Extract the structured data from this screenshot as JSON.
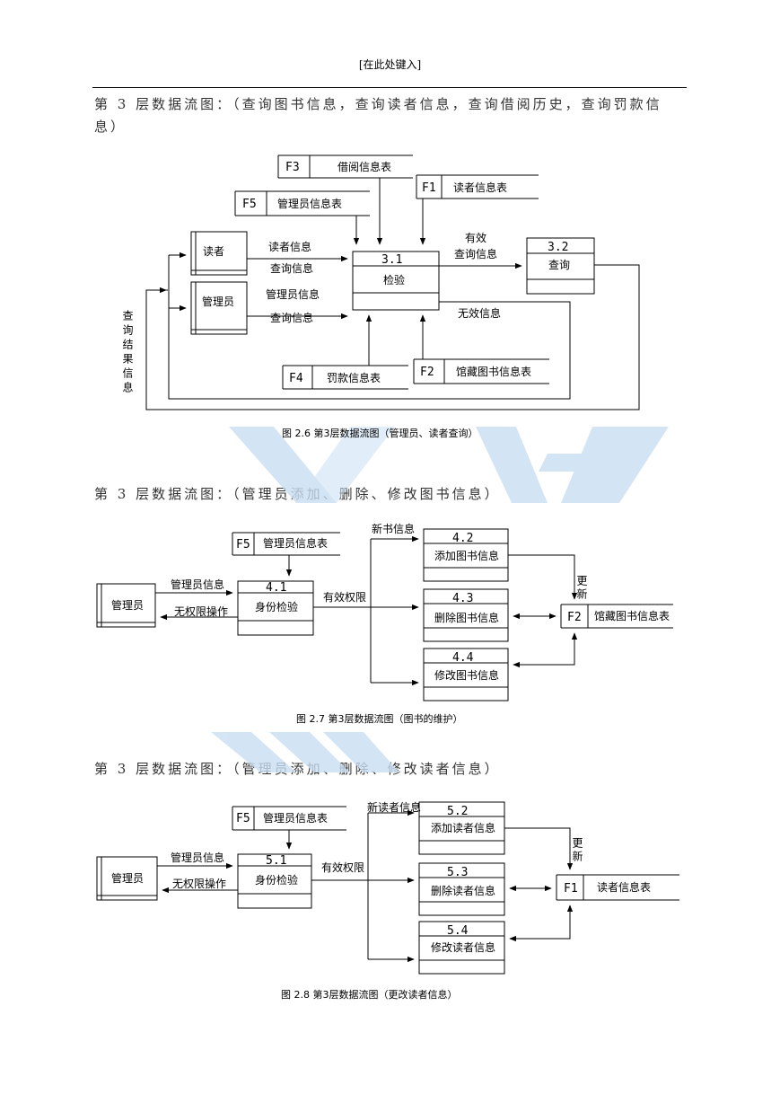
{
  "header": {
    "text": "[在此处键入]"
  },
  "sections": [
    {
      "title": "第 3 层数据流图：（查询图书信息，查询读者信息，查询借阅历史，查询罚款信息）"
    },
    {
      "title": "第 3 层数据流图：（管理员添加、删除、修改图书信息）"
    },
    {
      "title": "第 3 层数据流图：（管理员添加、删除、修改读者信息）"
    }
  ],
  "d1": {
    "stores": [
      {
        "id": "F3",
        "name": "借阅信息表"
      },
      {
        "id": "F1",
        "name": "读者信息表"
      },
      {
        "id": "F5",
        "name": "管理员信息表"
      },
      {
        "id": "F4",
        "name": "罚款信息表"
      },
      {
        "id": "F2",
        "name": "馆藏图书信息表"
      }
    ],
    "entities": [
      "读者",
      "管理员"
    ],
    "processes": [
      {
        "num": "3.1",
        "name": "检验"
      },
      {
        "num": "3.2",
        "name": "查询"
      }
    ],
    "flows": {
      "reader_info": "读者信息",
      "query_info_1": "查询信息",
      "admin_info": "管理员信息",
      "query_info_2": "查询信息",
      "valid": "有效",
      "valid_query": "查询信息",
      "invalid": "无效信息",
      "result_vertical": "查询结果信息"
    },
    "caption": "图 2.6 第3层数据流图（管理员、读者查询）"
  },
  "d2": {
    "store_f5": {
      "id": "F5",
      "name": "管理员信息表"
    },
    "store_f2": {
      "id": "F2",
      "name": "馆藏图书信息表"
    },
    "entity": "管理员",
    "processes": [
      {
        "num": "4.1",
        "name": "身份检验"
      },
      {
        "num": "4.2",
        "name": "添加图书信息"
      },
      {
        "num": "4.3",
        "name": "删除图书信息"
      },
      {
        "num": "4.4",
        "name": "修改图书信息"
      }
    ],
    "flows": {
      "admin_info": "管理员信息",
      "no_permission": "无权限操作",
      "valid_permission": "有效权限",
      "new_book": "新书信息",
      "update": "更新"
    },
    "caption": "图 2.7 第3层数据流图（图书的维护）"
  },
  "d3": {
    "store_f5": {
      "id": "F5",
      "name": "管理员信息表"
    },
    "store_f1": {
      "id": "F1",
      "name": "读者信息表"
    },
    "entity": "管理员",
    "processes": [
      {
        "num": "5.1",
        "name": "身份检验"
      },
      {
        "num": "5.2",
        "name": "添加读者信息"
      },
      {
        "num": "5.3",
        "name": "删除读者信息"
      },
      {
        "num": "5.4",
        "name": "修改读者信息"
      }
    ],
    "flows": {
      "admin_info": "管理员信息",
      "no_permission": "无权限操作",
      "valid_permission": "有效权限",
      "new_reader": "新读者信息",
      "update": "更新"
    },
    "caption": "图 2.8 第3层数据流图（更改读者信息）"
  },
  "colors": {
    "watermark": "#c9def2",
    "line": "#000000"
  }
}
